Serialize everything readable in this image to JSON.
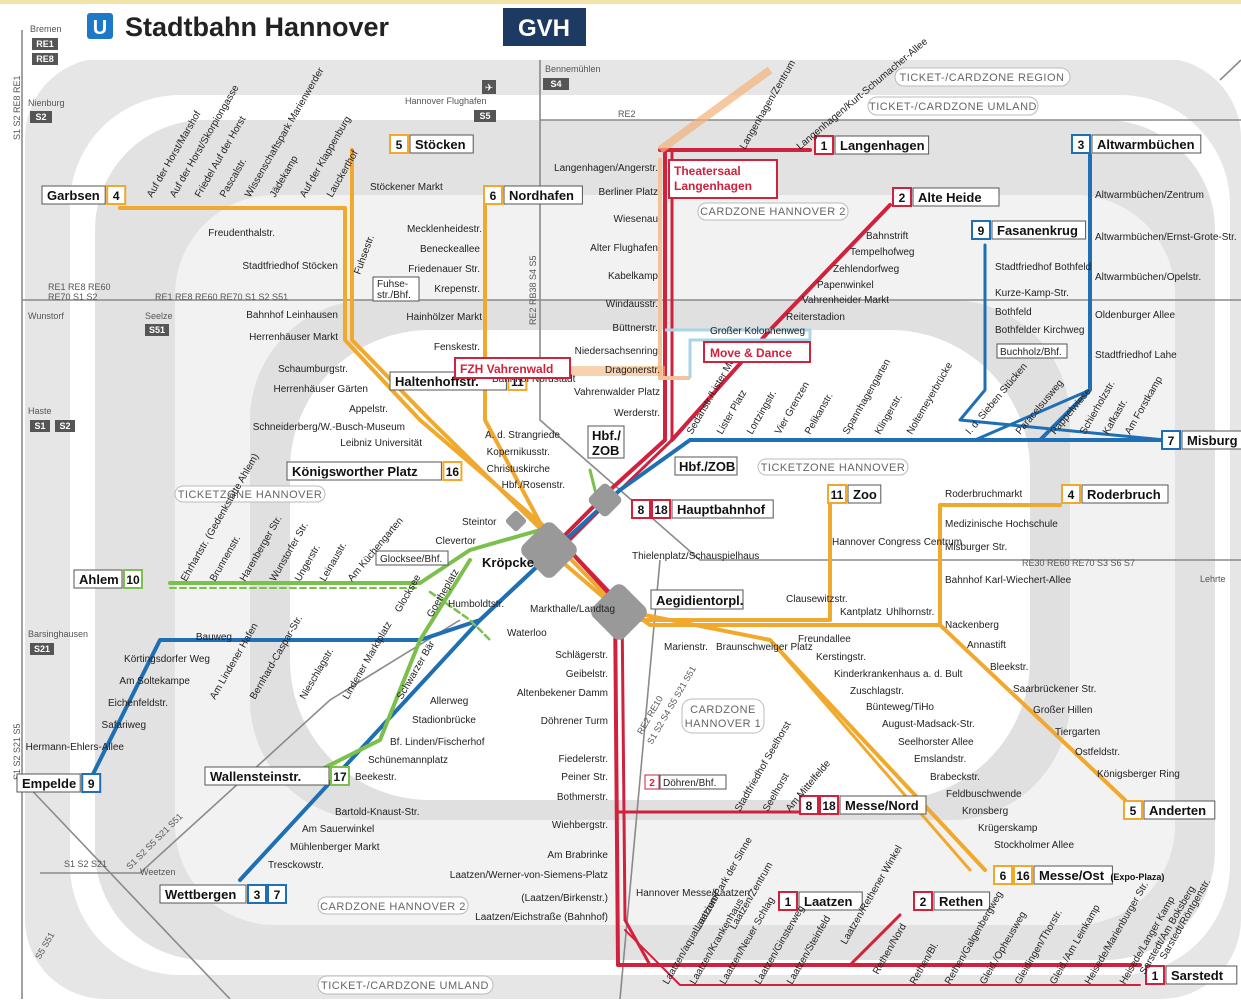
{
  "header": {
    "logo_u": "U",
    "title": "Stadtbahn Hannover",
    "brand": "GVH"
  },
  "zones": {
    "region": "TICKET-/CARDZONE REGION",
    "umland_top": "TICKET-/CARDZONE UMLAND",
    "umland_bottom": "TICKET-/CARDZONE UMLAND",
    "cardzone2_top": "CARDZONE HANNOVER 2",
    "cardzone2_bottom": "CARDZONE HANNOVER 2",
    "cardzone1_a": "CARDZONE",
    "cardzone1_b": "HANNOVER 1",
    "ticketzone_left": "TICKETZONE HANNOVER",
    "ticketzone_right": "TICKETZONE HANNOVER"
  },
  "highlights": {
    "theatersaal_1": "Theatersaal",
    "theatersaal_2": "Langenhagen",
    "fzh": "FZH Vahrenwald",
    "move_dance": "Move & Dance"
  },
  "colors": {
    "line_orange": "#f0a92c",
    "line_red": "#d0213d",
    "line_blue": "#1f6fb5",
    "line_green": "#7bbf4c",
    "zone_grey": "#e2e2e2",
    "zone_dark": "#d4d4d4",
    "brand_navy": "#1d3a63",
    "logo_blue": "#1e78c8"
  },
  "terminals": [
    {
      "name": "Garbsen",
      "line": "4"
    },
    {
      "name": "Stöcken",
      "line": "5"
    },
    {
      "name": "Nordhafen",
      "line": "6"
    },
    {
      "name": "Langenhagen",
      "line": "1"
    },
    {
      "name": "Alte Heide",
      "line": "2"
    },
    {
      "name": "Altwarmbüchen",
      "line": "3"
    },
    {
      "name": "Fasanenkrug",
      "line": "9"
    },
    {
      "name": "Misburg",
      "line": "7"
    },
    {
      "name": "Roderbruch",
      "line": "4"
    },
    {
      "name": "Zoo",
      "line": "11"
    },
    {
      "name": "Anderten",
      "line": "5"
    },
    {
      "name": "Messe/Ost",
      "line": "6",
      "line2": "16",
      "suffix": "(Expo-Plaza)"
    },
    {
      "name": "Sarstedt",
      "line": "1"
    },
    {
      "name": "Rethen",
      "line": "2"
    },
    {
      "name": "Laatzen",
      "line": "1"
    },
    {
      "name": "Wettbergen",
      "line": "3",
      "line2": "7"
    },
    {
      "name": "Wallensteinstr.",
      "line": "17"
    },
    {
      "name": "Empelde",
      "line": "9"
    },
    {
      "name": "Ahlem",
      "line": "10"
    },
    {
      "name": "Haltenhoffstr.",
      "line": "11"
    },
    {
      "name": "Königsworther Platz",
      "line": "16"
    },
    {
      "name": "Messe/Nord",
      "line": "8",
      "line2": "18"
    },
    {
      "name": "Hauptbahnhof",
      "line": "8",
      "line2": "18"
    }
  ],
  "hubs": {
    "kroepcke": "Kröpcke",
    "aegi": "Aegidientorpl.",
    "hbf_zob_1": "Hbf./",
    "hbf_zob_2": "ZOB",
    "hbf_zob_right": "Hbf./ZOB",
    "glocksee": "Glocksee/Bhf.",
    "fuhse_1": "Fuhse-",
    "fuhse_2": "str./Bhf.",
    "buchholz": "Buchholz/Bhf.",
    "doehren": "Döhren/Bhf."
  },
  "stations": [
    {
      "t": "Auf der Horst/Marshof"
    },
    {
      "t": "Auf der Horst/Skorpiongasse"
    },
    {
      "t": "Friedel Auf der Horst"
    },
    {
      "t": "Pascalstr."
    },
    {
      "t": "Wissenschaftspark Marienwerder"
    },
    {
      "t": "Jädekamp"
    },
    {
      "t": "Auf der Klappenburg"
    },
    {
      "t": "Lauckerthof"
    },
    {
      "t": "Stöckener Markt"
    },
    {
      "t": "Freudenthalstr."
    },
    {
      "t": "Stadtfriedhof Stöcken"
    },
    {
      "t": "Fuhsestr."
    },
    {
      "t": "Bahnhof Leinhausen"
    },
    {
      "t": "Herrenhäuser Markt"
    },
    {
      "t": "Schaumburgstr."
    },
    {
      "t": "Herrenhäuser Gärten"
    },
    {
      "t": "Appelstr."
    },
    {
      "t": "Schneiderberg/W.-Busch-Museum"
    },
    {
      "t": "Leibniz Universität"
    },
    {
      "t": "Mecklenheidestr."
    },
    {
      "t": "Beneckeallee"
    },
    {
      "t": "Friedenauer Str."
    },
    {
      "t": "Krepenstr."
    },
    {
      "t": "Hainhölzer Markt"
    },
    {
      "t": "Fenskestr."
    },
    {
      "t": "Bahnhof Nordstadt"
    },
    {
      "t": "A. d. Strangriede"
    },
    {
      "t": "Kopernikusstr."
    },
    {
      "t": "Christuskirche"
    },
    {
      "t": "Hbf./Rosenstr."
    },
    {
      "t": "Steintor"
    },
    {
      "t": "Clevertor"
    },
    {
      "t": "Langenhagen/Angerstr."
    },
    {
      "t": "Berliner Platz"
    },
    {
      "t": "Wiesenau"
    },
    {
      "t": "Alter Flughafen"
    },
    {
      "t": "Kabelkamp"
    },
    {
      "t": "Windausstr."
    },
    {
      "t": "Büttnerstr."
    },
    {
      "t": "Niedersachsenring"
    },
    {
      "t": "Dragonerstr."
    },
    {
      "t": "Vahrenwalder Platz"
    },
    {
      "t": "Werderstr."
    },
    {
      "t": "Langenhagen/Zentrum"
    },
    {
      "t": "Langenhagen/Kurt-Schumacher-Allee"
    },
    {
      "t": "Bahnstrift"
    },
    {
      "t": "Tempelhofweg"
    },
    {
      "t": "Zehlendorfweg"
    },
    {
      "t": "Papenwinkel"
    },
    {
      "t": "Vahrenheider Markt"
    },
    {
      "t": "Reiterstadion"
    },
    {
      "t": "Großer Kolonnenweg"
    },
    {
      "t": "Stadtfriedhof Bothfeld"
    },
    {
      "t": "Kurze-Kamp-Str."
    },
    {
      "t": "Bothfeld"
    },
    {
      "t": "Bothfelder Kirchweg"
    },
    {
      "t": "Altwarmbüchen/Zentrum"
    },
    {
      "t": "Altwarmbüchen/Ernst-Grote-Str."
    },
    {
      "t": "Altwarmbüchen/Opelstr."
    },
    {
      "t": "Oldenburger Allee"
    },
    {
      "t": "Stadtfriedhof Lahe"
    },
    {
      "t": "Sedanstr./Lister Meile"
    },
    {
      "t": "Lister Platz"
    },
    {
      "t": "Lortzingstr."
    },
    {
      "t": "Vier Grenzen"
    },
    {
      "t": "Pelikanstr."
    },
    {
      "t": "Spannhagengarten"
    },
    {
      "t": "Klingerstr."
    },
    {
      "t": "Noltemeyerbrücke"
    },
    {
      "t": "I. d. Sieben Stücken"
    },
    {
      "t": "Paracelsusweg"
    },
    {
      "t": "Pappelwiese"
    },
    {
      "t": "Schierholzstr."
    },
    {
      "t": "Kafkastr."
    },
    {
      "t": "Am Forstkamp"
    },
    {
      "t": "Roderbruchmarkt"
    },
    {
      "t": "Medizinische Hochschule"
    },
    {
      "t": "Misburger Str."
    },
    {
      "t": "Bahnhof Karl-Wiechert-Allee"
    },
    {
      "t": "Nackenberg"
    },
    {
      "t": "Annastift"
    },
    {
      "t": "Bleekstr."
    },
    {
      "t": "Saarbrückener Str."
    },
    {
      "t": "Großer Hillen"
    },
    {
      "t": "Tiergarten"
    },
    {
      "t": "Ostfeldstr."
    },
    {
      "t": "Königsberger Ring"
    },
    {
      "t": "Hannover Congress Centrum"
    },
    {
      "t": "Clausewitzstr."
    },
    {
      "t": "Kantplatz"
    },
    {
      "t": "Uhlhornstr."
    },
    {
      "t": "Freundallee"
    },
    {
      "t": "Kerstingstr."
    },
    {
      "t": "Kinderkrankenhaus a. d. Bult"
    },
    {
      "t": "Zuschlagstr."
    },
    {
      "t": "Bünteweg/TiHo"
    },
    {
      "t": "August-Madsack-Str."
    },
    {
      "t": "Seelhorster Allee"
    },
    {
      "t": "Emslandstr."
    },
    {
      "t": "Brabeckstr."
    },
    {
      "t": "Feldbuschwende"
    },
    {
      "t": "Kronsberg"
    },
    {
      "t": "Krügerskamp"
    },
    {
      "t": "Stockholmer Allee"
    },
    {
      "t": "Thielenplatz/Schauspielhaus"
    },
    {
      "t": "Markthalle/Landtag"
    },
    {
      "t": "Waterloo"
    },
    {
      "t": "Marienstr."
    },
    {
      "t": "Braunschweiger Platz"
    },
    {
      "t": "Schlägerstr."
    },
    {
      "t": "Geibelstr."
    },
    {
      "t": "Altenbekener Damm"
    },
    {
      "t": "Döhrener Turm"
    },
    {
      "t": "Fiedelerstr."
    },
    {
      "t": "Peiner Str."
    },
    {
      "t": "Bothmerstr."
    },
    {
      "t": "Wiehbergstr."
    },
    {
      "t": "Am Brabrinke"
    },
    {
      "t": "Laatzen/Werner-von-Siemens-Platz"
    },
    {
      "t": "(Laatzen/Birkenstr.)"
    },
    {
      "t": "Laatzen/Eichstraße (Bahnhof)"
    },
    {
      "t": "Hannover Messe/Laatzen"
    },
    {
      "t": "Stadtfriedhof Seelhorst"
    },
    {
      "t": "Seelhorst"
    },
    {
      "t": "Am Mittelfelde"
    },
    {
      "t": "Ehrhartstr. (Gedenkstätte Ahlem)"
    },
    {
      "t": "Brunnenstr."
    },
    {
      "t": "Harenberger Str."
    },
    {
      "t": "Wunstorfer Str."
    },
    {
      "t": "Ungerstr."
    },
    {
      "t": "Leinaustr."
    },
    {
      "t": "Am Küchengarten"
    },
    {
      "t": "Humboldtstr."
    },
    {
      "t": "Glocksee"
    },
    {
      "t": "Goetheplatz"
    },
    {
      "t": "Bauweg"
    },
    {
      "t": "Körtingsdorfer Weg"
    },
    {
      "t": "Am Soltekampe"
    },
    {
      "t": "Eichenfeldstr."
    },
    {
      "t": "Safariweg"
    },
    {
      "t": "Hermann-Ehlers-Allee"
    },
    {
      "t": "Am Lindener Hafen"
    },
    {
      "t": "Bernhard-Caspar-Str."
    },
    {
      "t": "Nieschlagstr."
    },
    {
      "t": "Lindener Marktplatz"
    },
    {
      "t": "Schwarzer Bär"
    },
    {
      "t": "Allerweg"
    },
    {
      "t": "Stadionbrücke"
    },
    {
      "t": "Bf. Linden/Fischerhof"
    },
    {
      "t": "Schünemannplatz"
    },
    {
      "t": "Beekestr."
    },
    {
      "t": "Bartold-Knaust-Str."
    },
    {
      "t": "Am Sauerwinkel"
    },
    {
      "t": "Mühlenberger Markt"
    },
    {
      "t": "Tresckowstr."
    },
    {
      "t": "Laatzen/Park der Sinne"
    },
    {
      "t": "Laatzen/Zentrum"
    },
    {
      "t": "Laatzen/aquaLaatzium"
    },
    {
      "t": "Laatzen/Krankenhaus"
    },
    {
      "t": "Laatzen/Neuer Schlag"
    },
    {
      "t": "Laatzen/Ginsterweg"
    },
    {
      "t": "Laatzen/Steinfeld"
    },
    {
      "t": "Laatzen/Rethener Winkel"
    },
    {
      "t": "Rethen/Nord"
    },
    {
      "t": "Rethen/Bl."
    },
    {
      "t": "Rethen/Galgenbergweg"
    },
    {
      "t": "Gleid./Opheusweg"
    },
    {
      "t": "Gleidingen/Thorstr."
    },
    {
      "t": "Gleid./Am Leinkamp"
    },
    {
      "t": "Heisede/Marienburger Str."
    },
    {
      "t": "Heisede/Langer Kamp"
    },
    {
      "t": "Sarstedt/Am Boksberg"
    },
    {
      "t": "Sarstedt/Röntgenstr."
    }
  ],
  "rail": {
    "bremen": "Bremen",
    "re1": "RE1",
    "re8": "RE8",
    "nienburg": "Nienburg",
    "s2": "S2",
    "bennemuehlen": "Bennemühlen",
    "s4": "S4",
    "flughafen": "Hannover Flughafen",
    "s5": "S5",
    "re2": "RE2",
    "wunstorf": "Wunstorf",
    "seelze": "Seelze",
    "s51": "S51",
    "haste": "Haste",
    "s1": "S1",
    "barsinghausen": "Barsinghausen",
    "s21": "S21",
    "weetzen": "Weetzen",
    "lehrte": "Lehrte",
    "west_lines": "RE1 RE8 RE60",
    "west_lines2": "RE70 S1 S2",
    "central_lines": "RE1 RE8 RE60 RE70 S1 S2 S51",
    "east_lines": "RE30 RE60 RE70 S3 S6 S7",
    "south_lines1": "RE2 RE10",
    "south_lines2": "S1 S2 S4 S5 S21 S51",
    "sw_lines": "S1 S2 S21",
    "sw_lines2": "S1 S2 S5 S21 S51",
    "n_lines": "RE2 RB38 S4 S5",
    "w_lines_v": "S1 S2 RE8 RE1",
    "s_lines_v": "S1 S2 S21 S5",
    "s_lines_v2": "S5 S51"
  },
  "icons": [
    "airport-icon",
    "bus-icon",
    "wheelchair-icon",
    "park-ride-icon",
    "s-bahn-icon",
    "exhibition-icon",
    "info-icon"
  ]
}
